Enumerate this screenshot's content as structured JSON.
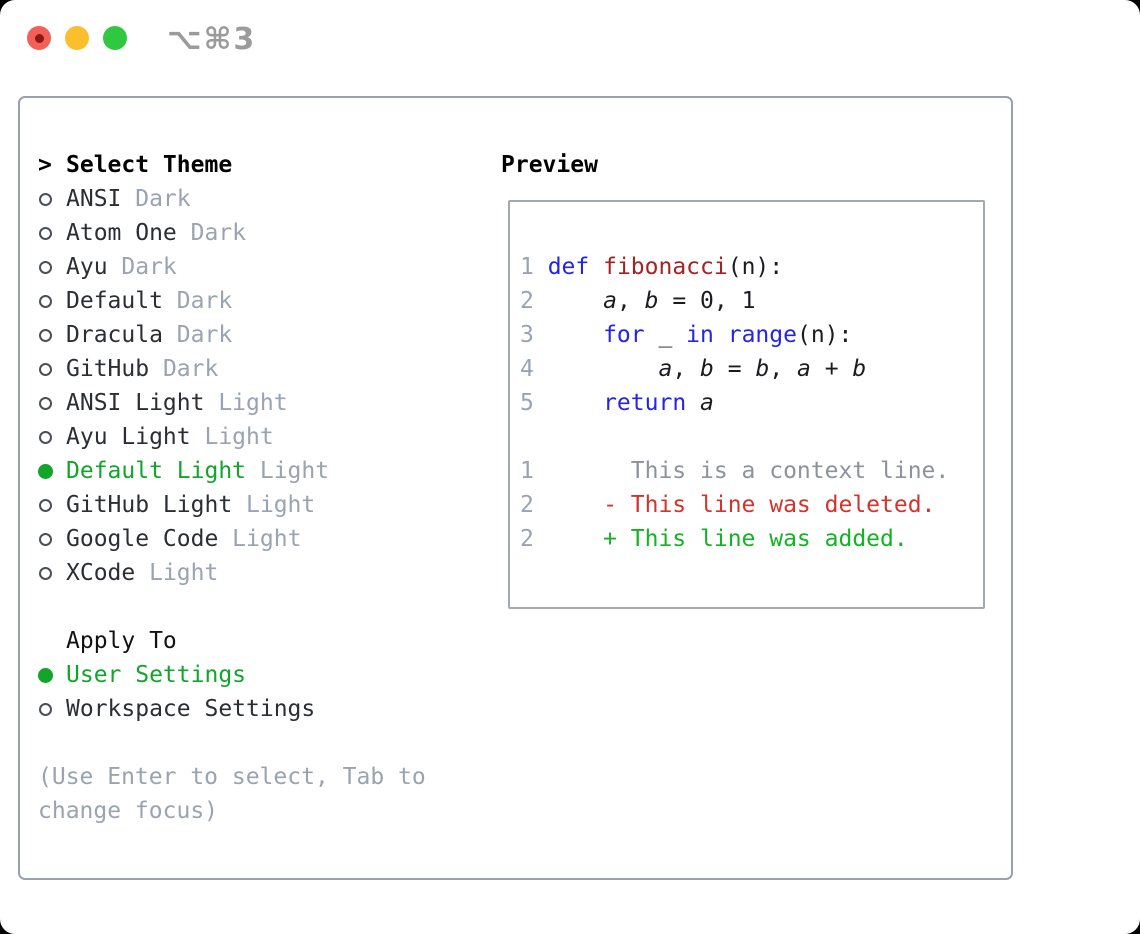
{
  "window": {
    "shortcut_title": "⌥⌘3"
  },
  "theme_panel": {
    "prompt": ">",
    "title": "Select Theme",
    "themes": [
      {
        "name": "ANSI",
        "tag": "Dark",
        "selected": false
      },
      {
        "name": "Atom One",
        "tag": "Dark",
        "selected": false
      },
      {
        "name": "Ayu",
        "tag": "Dark",
        "selected": false
      },
      {
        "name": "Default",
        "tag": "Dark",
        "selected": false
      },
      {
        "name": "Dracula",
        "tag": "Dark",
        "selected": false
      },
      {
        "name": "GitHub",
        "tag": "Dark",
        "selected": false
      },
      {
        "name": "ANSI Light",
        "tag": "Light",
        "selected": false
      },
      {
        "name": "Ayu Light",
        "tag": "Light",
        "selected": false
      },
      {
        "name": "Default Light",
        "tag": "Light",
        "selected": true
      },
      {
        "name": "GitHub Light",
        "tag": "Light",
        "selected": false
      },
      {
        "name": "Google Code",
        "tag": "Light",
        "selected": false
      },
      {
        "name": "XCode",
        "tag": "Light",
        "selected": false
      }
    ],
    "apply_to": {
      "title": "Apply To",
      "options": [
        {
          "label": "User Settings",
          "selected": true
        },
        {
          "label": "Workspace Settings",
          "selected": false
        }
      ]
    },
    "hint_line1": "(Use Enter to select, Tab to",
    "hint_line2": "change focus)"
  },
  "preview": {
    "title": "Preview",
    "lines": [
      {
        "num": "1",
        "tokens": [
          [
            "kw",
            "def"
          ],
          [
            "pl",
            " "
          ],
          [
            "fn",
            "fibonacci"
          ],
          [
            "pl",
            "(n):"
          ]
        ]
      },
      {
        "num": "2",
        "tokens": [
          [
            "pl",
            "    "
          ],
          [
            "id",
            "a"
          ],
          [
            "pl",
            ", "
          ],
          [
            "id",
            "b"
          ],
          [
            "pl",
            " = 0, 1"
          ]
        ]
      },
      {
        "num": "3",
        "tokens": [
          [
            "pl",
            "    "
          ],
          [
            "kw",
            "for"
          ],
          [
            "pl",
            " _ "
          ],
          [
            "kw",
            "in"
          ],
          [
            "pl",
            " "
          ],
          [
            "kw",
            "range"
          ],
          [
            "pl",
            "(n):"
          ]
        ]
      },
      {
        "num": "4",
        "tokens": [
          [
            "pl",
            "        "
          ],
          [
            "id",
            "a"
          ],
          [
            "pl",
            ", "
          ],
          [
            "id",
            "b"
          ],
          [
            "pl",
            " = "
          ],
          [
            "id",
            "b"
          ],
          [
            "pl",
            ", "
          ],
          [
            "id",
            "a"
          ],
          [
            "pl",
            " + "
          ],
          [
            "id",
            "b"
          ]
        ]
      },
      {
        "num": "5",
        "tokens": [
          [
            "pl",
            "    "
          ],
          [
            "kw",
            "return"
          ],
          [
            "pl",
            " "
          ],
          [
            "id",
            "a"
          ]
        ]
      },
      {
        "num": "",
        "tokens": []
      },
      {
        "num": "1",
        "tokens": [
          [
            "ctx",
            "      This is a context line."
          ]
        ]
      },
      {
        "num": "2",
        "tokens": [
          [
            "del",
            "    - This line was deleted."
          ]
        ]
      },
      {
        "num": "2",
        "tokens": [
          [
            "add",
            "    + This line was added."
          ]
        ]
      }
    ]
  },
  "colors": {
    "keyword": "#2424e8",
    "function_name": "#a52323",
    "plain_code": "#1a1c20",
    "line_number": "#9aa3b2",
    "context": "#8d929c",
    "deleted": "#d0342c",
    "added": "#12b422",
    "selection_green": "#12a52b",
    "muted_tag": "#9aa3b1",
    "hint": "#9aa3b0",
    "label_dark": "#2b2e33",
    "radio_outline": "#4b5056",
    "panel_border": "#99a1ac",
    "preview_border": "#a3a9b3",
    "traffic_red": "#f45f58",
    "traffic_red_dot": "#8c1a10",
    "traffic_yellow": "#fbbf2d",
    "traffic_green": "#31c841",
    "titlebar_text": "#9b9b9b"
  }
}
